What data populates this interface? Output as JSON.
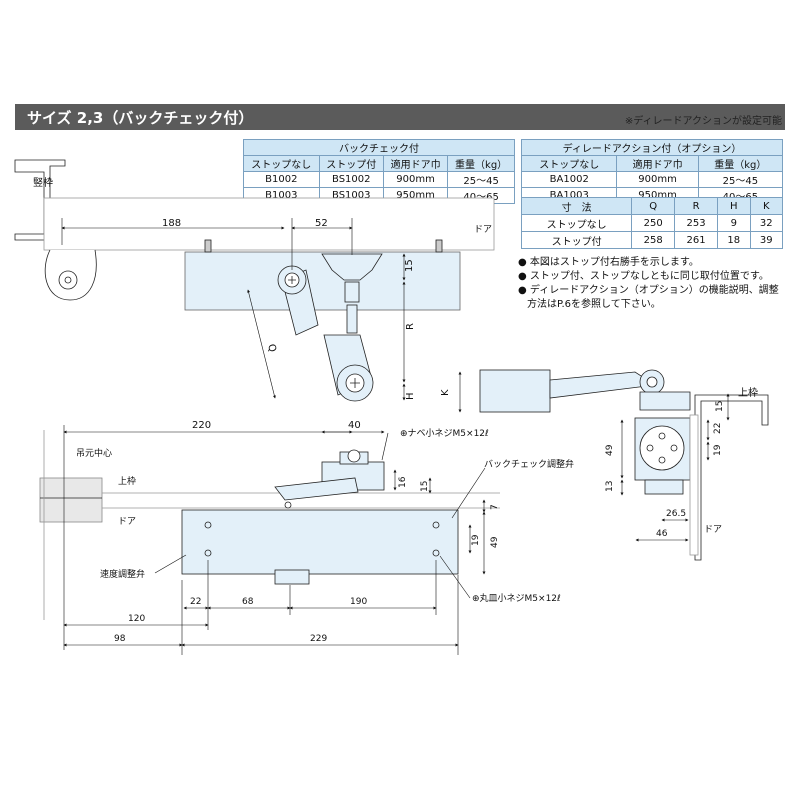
{
  "section_title": "サイズ 2,3（バックチェック付）",
  "note": "※ディレードアクションが設定可能",
  "table_backcheck": {
    "caption": "バックチェック付",
    "headers": [
      "ストップなし",
      "ストップ付",
      "適用ドア巾",
      "重量（kg）"
    ],
    "rows": [
      [
        "B1002",
        "BS1002",
        "900mm",
        "25〜45"
      ],
      [
        "B1003",
        "BS1003",
        "950mm",
        "40〜65"
      ]
    ]
  },
  "table_delayed": {
    "caption": "ディレードアクション付（オプション）",
    "headers": [
      "ストップなし",
      "適用ドア巾",
      "重量（kg）"
    ],
    "rows": [
      [
        "BA1002",
        "900mm",
        "25〜45"
      ],
      [
        "BA1003",
        "950mm",
        "40〜65"
      ]
    ]
  },
  "table_dims": {
    "headers": [
      "寸　法",
      "Q",
      "R",
      "H",
      "K"
    ],
    "rows": [
      [
        "ストップなし",
        "250",
        "253",
        "9",
        "32"
      ],
      [
        "ストップ付",
        "258",
        "261",
        "18",
        "39"
      ]
    ]
  },
  "bullets": [
    "● 本図はストップ付右勝手を示します。",
    "● ストップ付、ストップなしともに同じ取付位置です。",
    "● ディレードアクション（オプション）の機能説明、調整方法はP.6を参照して下さい。"
  ],
  "labels": {
    "frame_vertical": "竪枠",
    "door_top": "ドア",
    "door_right": "ドア",
    "door_front": "ドア",
    "top_frame_right": "上枠",
    "top_frame_front": "上枠",
    "hinge_center": "吊元中心",
    "speed_valve": "速度調整弁",
    "backcheck_valve": "バックチェック調整弁",
    "screw_pan": "⊕ナベ小ネジM5×12ℓ",
    "screw_oval": "⊕丸皿小ネジM5×12ℓ"
  },
  "dims": {
    "d188": "188",
    "d52": "52",
    "d15a": "15",
    "dR": "R",
    "dH": "H",
    "dQ": "Q",
    "dK": "K",
    "d220": "220",
    "d40": "40",
    "d16": "16",
    "d15b": "15",
    "d7": "7",
    "d19a": "19",
    "d49a": "49",
    "d22a": "22",
    "d68": "68",
    "d120": "120",
    "d190": "190",
    "d98": "98",
    "d229": "229",
    "d15c": "15",
    "d22b": "22",
    "d19b": "19",
    "d49b": "49",
    "d13": "13",
    "d265": "26.5",
    "d46": "46"
  }
}
